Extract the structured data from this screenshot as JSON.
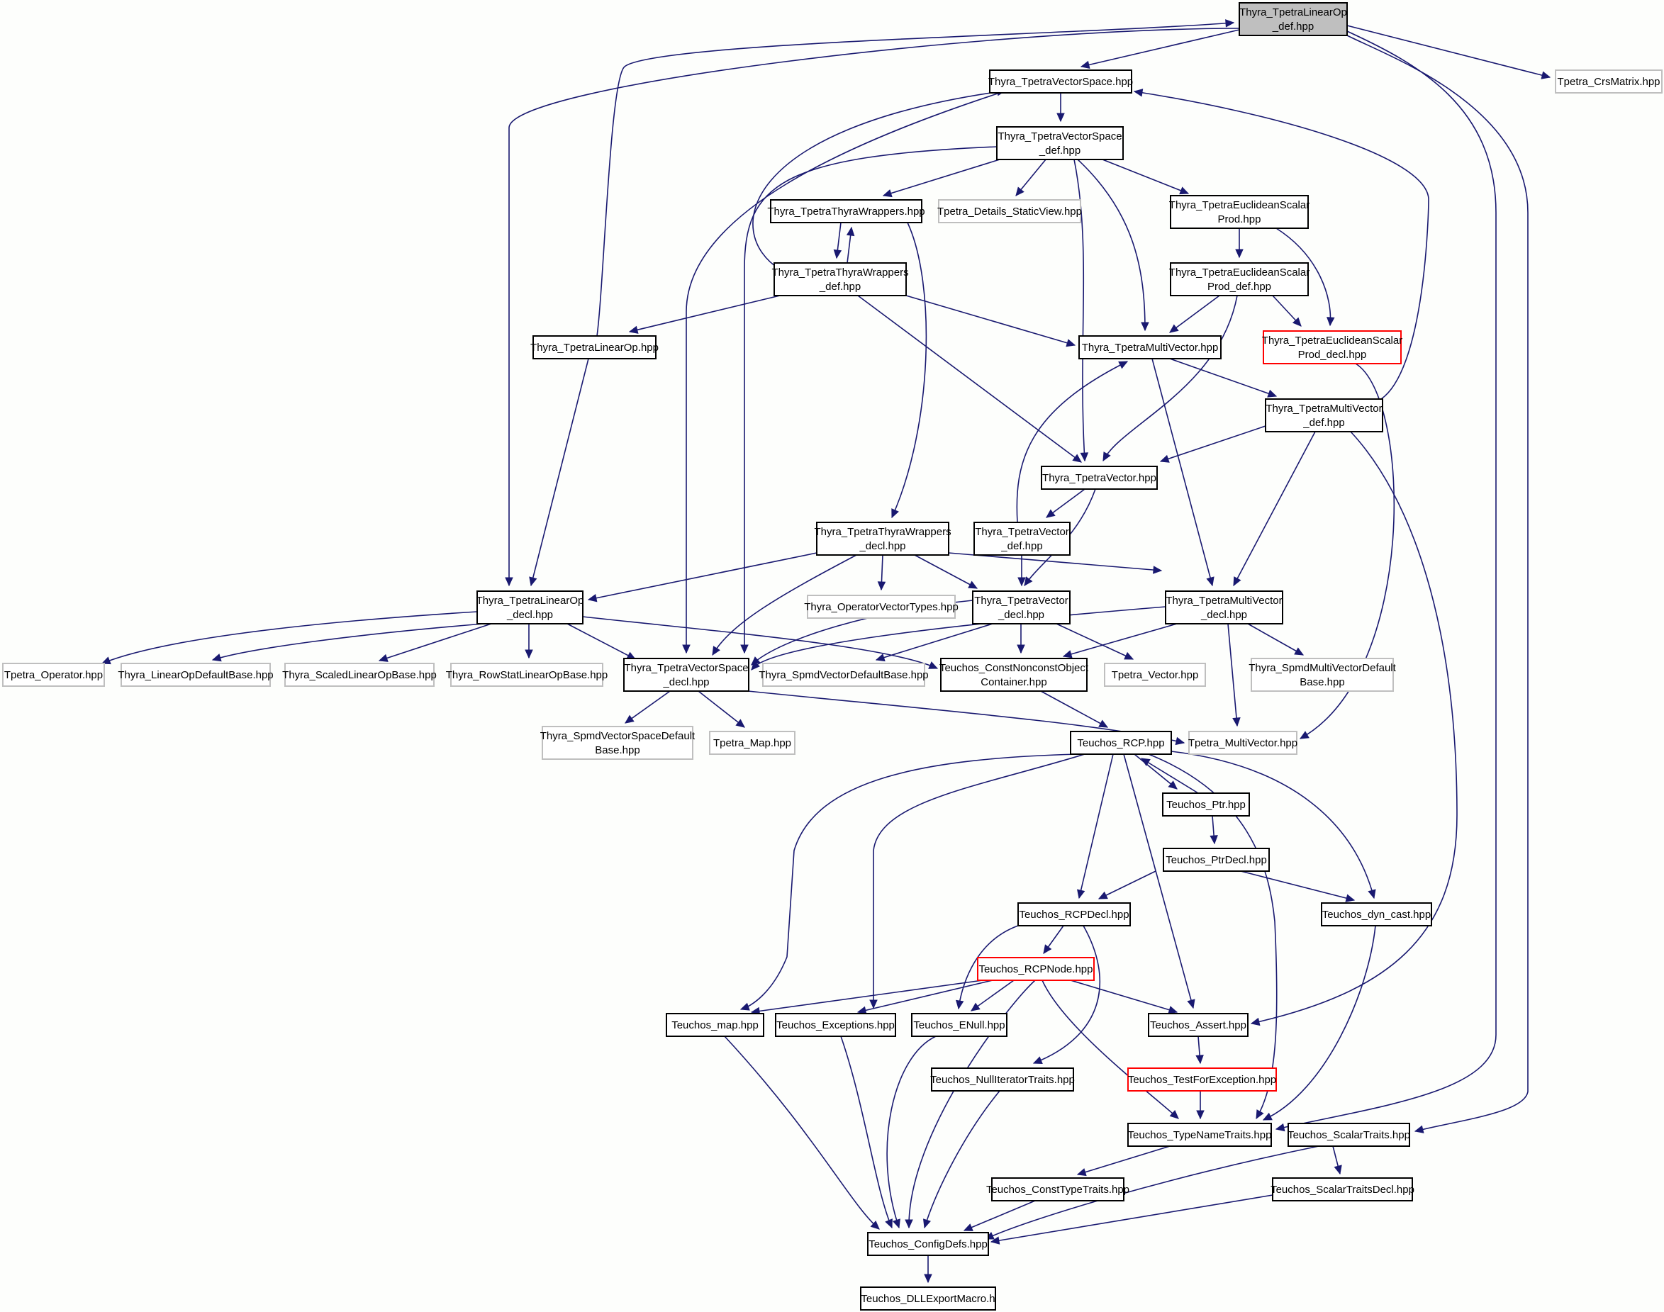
{
  "colors": {
    "background": "#fdfefc",
    "edge": "#191970",
    "node_default_border": "#000000",
    "node_external_border": "#bfbfbf",
    "node_truncated_border": "#ff0000",
    "root_fill": "#bfbfbf",
    "node_fill": "#ffffff"
  },
  "graph": {
    "nodes": [
      {
        "id": "root",
        "lines": [
          "Thyra_TpetraLinearOp",
          "_def.hpp"
        ],
        "kind": "root"
      },
      {
        "id": "crs",
        "lines": [
          "Tpetra_CrsMatrix.hpp"
        ],
        "kind": "external"
      },
      {
        "id": "tvs",
        "lines": [
          "Thyra_TpetraVectorSpace.hpp"
        ],
        "kind": "normal"
      },
      {
        "id": "tvs_def",
        "lines": [
          "Thyra_TpetraVectorSpace",
          "_def.hpp"
        ],
        "kind": "normal"
      },
      {
        "id": "ttw",
        "lines": [
          "Thyra_TpetraThyraWrappers.hpp"
        ],
        "kind": "normal"
      },
      {
        "id": "staticview",
        "lines": [
          "Tpetra_Details_StaticView.hpp"
        ],
        "kind": "external"
      },
      {
        "id": "tesp",
        "lines": [
          "Thyra_TpetraEuclideanScalar",
          "Prod.hpp"
        ],
        "kind": "normal"
      },
      {
        "id": "ttw_def",
        "lines": [
          "Thyra_TpetraThyraWrappers",
          "_def.hpp"
        ],
        "kind": "normal"
      },
      {
        "id": "tesp_def",
        "lines": [
          "Thyra_TpetraEuclideanScalar",
          "Prod_def.hpp"
        ],
        "kind": "normal"
      },
      {
        "id": "tlo",
        "lines": [
          "Thyra_TpetraLinearOp.hpp"
        ],
        "kind": "normal"
      },
      {
        "id": "tmv",
        "lines": [
          "Thyra_TpetraMultiVector.hpp"
        ],
        "kind": "normal"
      },
      {
        "id": "tesp_decl",
        "lines": [
          "Thyra_TpetraEuclideanScalar",
          "Prod_decl.hpp"
        ],
        "kind": "truncated"
      },
      {
        "id": "tmv_def",
        "lines": [
          "Thyra_TpetraMultiVector",
          "_def.hpp"
        ],
        "kind": "normal"
      },
      {
        "id": "tv",
        "lines": [
          "Thyra_TpetraVector.hpp"
        ],
        "kind": "normal"
      },
      {
        "id": "ttw_decl",
        "lines": [
          "Thyra_TpetraThyraWrappers",
          "_decl.hpp"
        ],
        "kind": "normal"
      },
      {
        "id": "tv_def",
        "lines": [
          "Thyra_TpetraVector",
          "_def.hpp"
        ],
        "kind": "normal"
      },
      {
        "id": "tlo_decl",
        "lines": [
          "Thyra_TpetraLinearOp",
          "_decl.hpp"
        ],
        "kind": "normal"
      },
      {
        "id": "opvt",
        "lines": [
          "Thyra_OperatorVectorTypes.hpp"
        ],
        "kind": "external"
      },
      {
        "id": "tv_decl",
        "lines": [
          "Thyra_TpetraVector",
          "_decl.hpp"
        ],
        "kind": "normal"
      },
      {
        "id": "tmv_decl",
        "lines": [
          "Thyra_TpetraMultiVector",
          "_decl.hpp"
        ],
        "kind": "normal"
      },
      {
        "id": "tpop",
        "lines": [
          "Tpetra_Operator.hpp"
        ],
        "kind": "external"
      },
      {
        "id": "lodb",
        "lines": [
          "Thyra_LinearOpDefaultBase.hpp"
        ],
        "kind": "external"
      },
      {
        "id": "slob",
        "lines": [
          "Thyra_ScaledLinearOpBase.hpp"
        ],
        "kind": "external"
      },
      {
        "id": "rslob",
        "lines": [
          "Thyra_RowStatLinearOpBase.hpp"
        ],
        "kind": "external"
      },
      {
        "id": "tvs_decl",
        "lines": [
          "Thyra_TpetraVectorSpace",
          "_decl.hpp"
        ],
        "kind": "normal"
      },
      {
        "id": "svdb",
        "lines": [
          "Thyra_SpmdVectorDefaultBase.hpp"
        ],
        "kind": "external"
      },
      {
        "id": "cnoc",
        "lines": [
          "Teuchos_ConstNonconstObject",
          "Container.hpp"
        ],
        "kind": "normal"
      },
      {
        "id": "tpvec",
        "lines": [
          "Tpetra_Vector.hpp"
        ],
        "kind": "external"
      },
      {
        "id": "smvdb",
        "lines": [
          "Thyra_SpmdMultiVectorDefault",
          "Base.hpp"
        ],
        "kind": "external"
      },
      {
        "id": "svsdb",
        "lines": [
          "Thyra_SpmdVectorSpaceDefault",
          "Base.hpp"
        ],
        "kind": "external"
      },
      {
        "id": "tpmap",
        "lines": [
          "Tpetra_Map.hpp"
        ],
        "kind": "external"
      },
      {
        "id": "tpmv",
        "lines": [
          "Tpetra_MultiVector.hpp"
        ],
        "kind": "external"
      },
      {
        "id": "rcp",
        "lines": [
          "Teuchos_RCP.hpp"
        ],
        "kind": "normal"
      },
      {
        "id": "ptr",
        "lines": [
          "Teuchos_Ptr.hpp"
        ],
        "kind": "normal"
      },
      {
        "id": "ptrdecl",
        "lines": [
          "Teuchos_PtrDecl.hpp"
        ],
        "kind": "normal"
      },
      {
        "id": "rcpdecl",
        "lines": [
          "Teuchos_RCPDecl.hpp"
        ],
        "kind": "normal"
      },
      {
        "id": "dyncast",
        "lines": [
          "Teuchos_dyn_cast.hpp"
        ],
        "kind": "normal"
      },
      {
        "id": "rcpnode",
        "lines": [
          "Teuchos_RCPNode.hpp"
        ],
        "kind": "truncated"
      },
      {
        "id": "map",
        "lines": [
          "Teuchos_map.hpp"
        ],
        "kind": "normal"
      },
      {
        "id": "exceptions",
        "lines": [
          "Teuchos_Exceptions.hpp"
        ],
        "kind": "normal"
      },
      {
        "id": "enull",
        "lines": [
          "Teuchos_ENull.hpp"
        ],
        "kind": "normal"
      },
      {
        "id": "assert",
        "lines": [
          "Teuchos_Assert.hpp"
        ],
        "kind": "normal"
      },
      {
        "id": "nullit",
        "lines": [
          "Teuchos_NullIteratorTraits.hpp"
        ],
        "kind": "normal"
      },
      {
        "id": "tfe",
        "lines": [
          "Teuchos_TestForException.hpp"
        ],
        "kind": "truncated"
      },
      {
        "id": "typename",
        "lines": [
          "Teuchos_TypeNameTraits.hpp"
        ],
        "kind": "normal"
      },
      {
        "id": "scalartraits",
        "lines": [
          "Teuchos_ScalarTraits.hpp"
        ],
        "kind": "normal"
      },
      {
        "id": "consttype",
        "lines": [
          "Teuchos_ConstTypeTraits.hpp"
        ],
        "kind": "normal"
      },
      {
        "id": "stdecl",
        "lines": [
          "Teuchos_ScalarTraitsDecl.hpp"
        ],
        "kind": "normal"
      },
      {
        "id": "configdefs",
        "lines": [
          "Teuchos_ConfigDefs.hpp"
        ],
        "kind": "normal"
      },
      {
        "id": "dllexport",
        "lines": [
          "Teuchos_DLLExportMacro.h"
        ],
        "kind": "normal"
      }
    ]
  }
}
